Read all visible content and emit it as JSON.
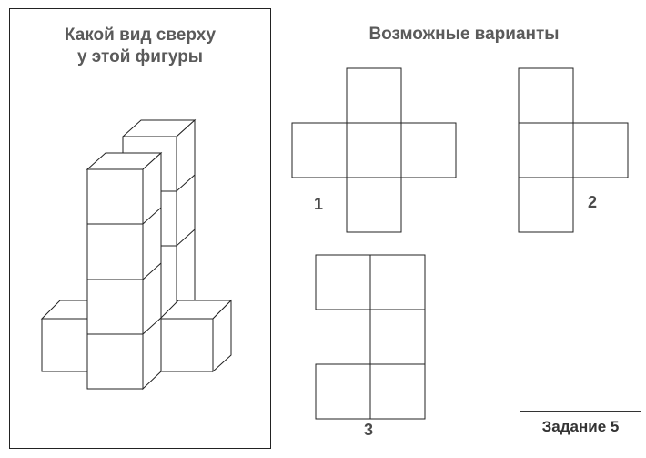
{
  "question": {
    "line1": "Какой вид сверху",
    "line2": "у этой фигуры"
  },
  "options_title": "Возможные варианты",
  "options": [
    {
      "label": "1"
    },
    {
      "label": "2"
    },
    {
      "label": "3"
    }
  ],
  "task_label": "Задание 5",
  "colors": {
    "stroke": "#222222",
    "heading": "#5a5a5a"
  }
}
